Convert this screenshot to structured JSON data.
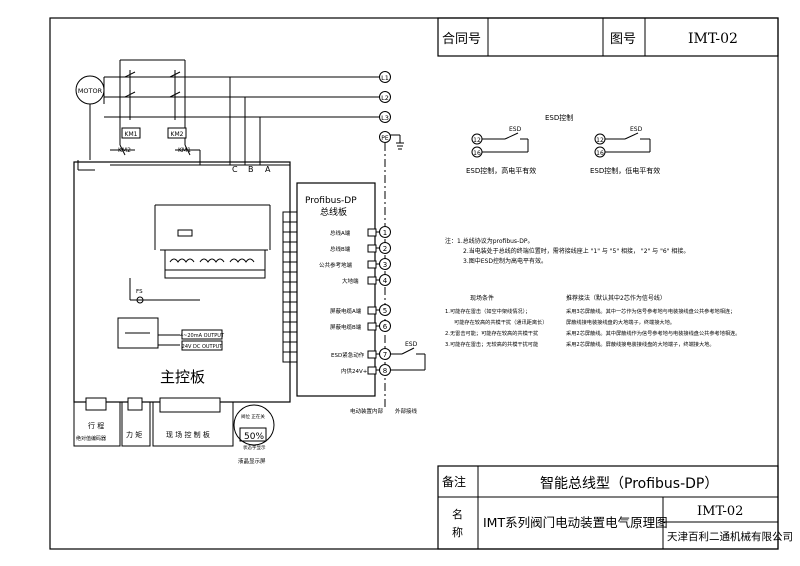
{
  "title_block": {
    "contract_label": "合同号",
    "contract_value": "",
    "drawing_no_label": "图号",
    "drawing_no": "IMT-02",
    "remark_label": "备注",
    "remark_text": "智能总线型（Profibus-DP）",
    "name_label_1": "名",
    "name_label_2": "称",
    "drawing_name": "IMT系列阀门电动装置电气原理图",
    "drawing_no_bottom": "IMT-02",
    "company": "天津百利二通机械有限公司"
  },
  "motor": {
    "label": "MOTOR",
    "term_a": "A",
    "term_b": "B",
    "term_c": "C"
  },
  "contactors": {
    "km1": "KM1",
    "km2": "KM2",
    "km1b": "KM1",
    "km2b": "KM2"
  },
  "power_terminals": [
    "L1",
    "L2",
    "L3",
    "PE"
  ],
  "fuse": "FS",
  "main_board": "主控板",
  "profibus": {
    "title": "Profibus-DP",
    "subtitle": "总线板",
    "terminals": [
      {
        "label": "总线A端",
        "no": "1"
      },
      {
        "label": "总线B端",
        "no": "2"
      },
      {
        "label": "公共参考地端",
        "no": "3"
      },
      {
        "label": "大地端",
        "no": "4"
      },
      {
        "label": "屏蔽电缆A端",
        "no": "5"
      },
      {
        "label": "屏蔽电缆B端",
        "no": "6"
      },
      {
        "label": "ESD紧急动作",
        "no": "7"
      },
      {
        "label": "内供24V+",
        "no": "8"
      }
    ],
    "esd_switch": "ESD",
    "inside_label": "电动装置内部",
    "outside_label": "外部接线"
  },
  "esd": {
    "title": "ESD控制",
    "left": {
      "t1": "12",
      "t2": "16",
      "switch": "ESD",
      "caption": "ESD控制，高电平有效"
    },
    "right": {
      "t1": "12",
      "t2": "16",
      "switch": "ESD",
      "caption": "ESD控制，低电平有效"
    }
  },
  "notes": [
    "注：1.总线协议为profibus-DP。",
    "2.当电装处于总线的终端位置时，需将接线座上 \"1\" 与 \"5\" 相接， \"2\" 与 \"6\" 相接。",
    "3.图中ESD控制为高电平有效。"
  ],
  "conditions": {
    "col1_header": "现场条件",
    "col2_header": "推荐接法（默认其中2芯作为信号线）",
    "rows": [
      "1.可能存在雷击（如空中架线情况）；",
      "采用3芯屏蔽线。其中一芯作为信号参考地与电装接线盘公共参考地相连；",
      "可能存在较高的共模干扰（通讯距离长）",
      "屏蔽线接电装接线盘的大地端子，终端接大地。",
      "2.无雷击可能；可能存在较高的共模干扰",
      "采用2芯屏蔽线。其中屏蔽线作为信号参考地与电装接线盘公共参考地相连。",
      "3.可能存在雷击；无较高的共模干扰可能",
      "采用2芯屏蔽线。屏蔽线接电装接线盘的大地端子，终端接大地。"
    ]
  },
  "output_labels": [
    "4~20mA OUTPUT",
    "24V DC OUTPUT"
  ],
  "bottom_boards": {
    "b1_line1": "行 程",
    "b1_line2": "绝对值编码器",
    "b2": "力 矩",
    "b3": "现 场 控 制 板",
    "display_pct": "50%",
    "display_top": "阀位 正在关",
    "display_sub": "状态字显示",
    "display_caption": "液晶显示屏"
  }
}
